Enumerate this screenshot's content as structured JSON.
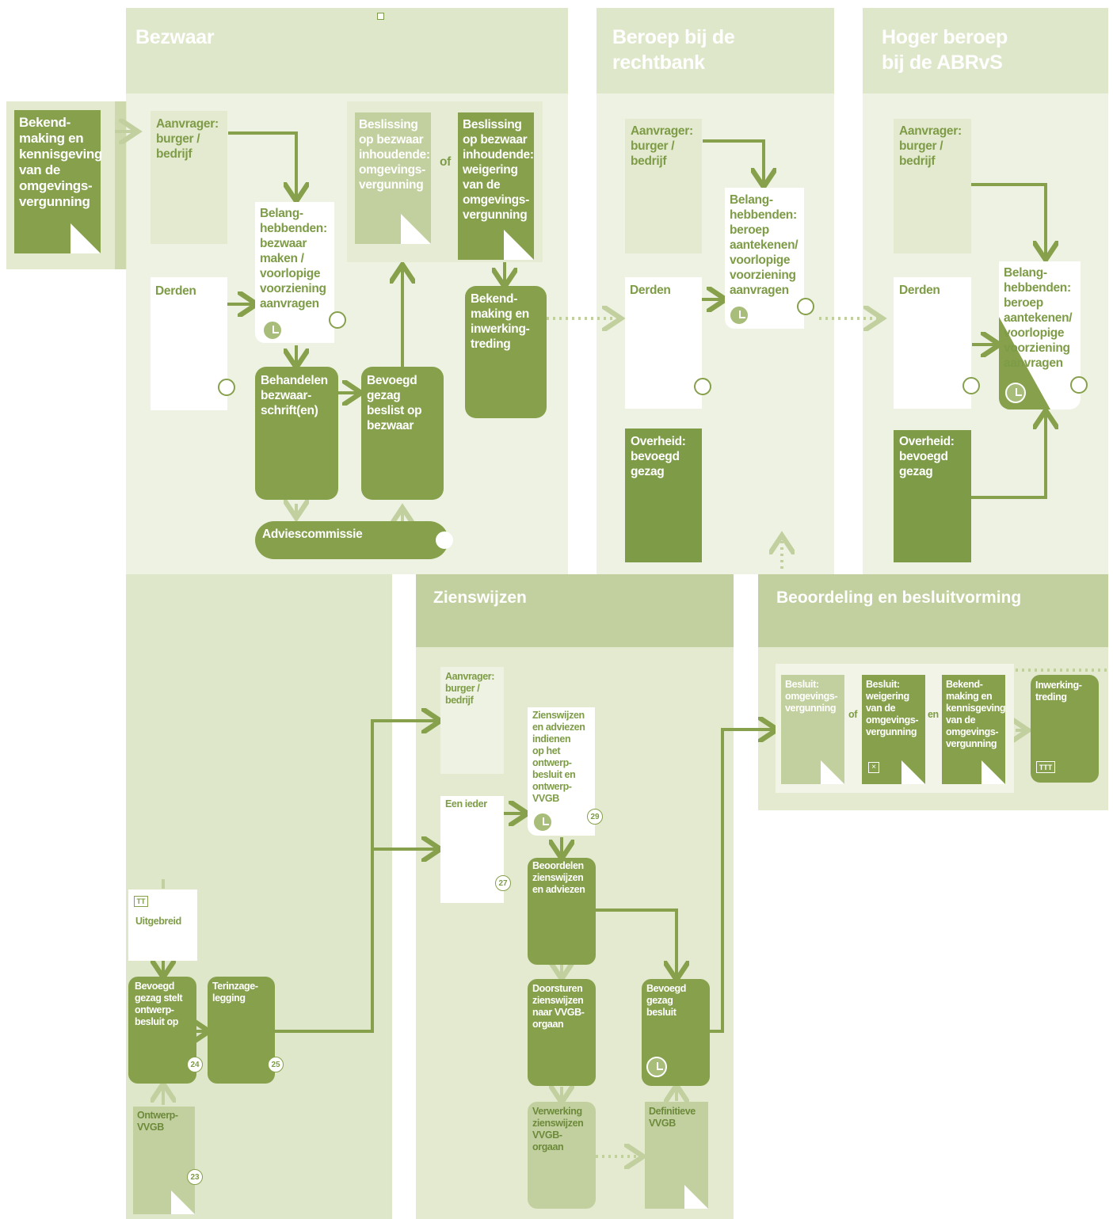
{
  "sections": {
    "bezwaar": "Bezwaar",
    "beroep": "Beroep bij de\nrechtbank",
    "hoger": "Hoger beroep\nbij de ABRvS",
    "zienswijzen": "Zienswijzen",
    "beoordeling": "Beoordeling en besluitvorming"
  },
  "bezwaar": {
    "start_doc": "Bekend-\nmaking en\nkennisgeving\nvan de\nomgevings-\nvergunning",
    "aanvrager": "Aanvrager:\nburger /\nbedrijf",
    "derden": "Derden",
    "belang": "Belang-\nhebbenden:\nbezwaar\nmaken /\nvoorlopige\nvoorziening\naanvragen",
    "behandelen": "Behandelen\nbezwaar-\nschrift(en)",
    "bevoegd": "Bevoegd\ngezag\nbeslist op\nbezwaar",
    "advies": "Adviescommissie",
    "beslissing1": "Beslissing\nop bezwaar\ninhoudende:\nomgevings-\nvergunning",
    "of": "of",
    "beslissing2": "Beslissing\nop bezwaar\ninhoudende:\nweigering\nvan de\nomgevings-\nvergunning",
    "bekend": "Bekend-\nmaking en\ninwerking-\ntreding"
  },
  "beroep": {
    "aanvrager": "Aanvrager:\nburger /\nbedrijf",
    "derden": "Derden",
    "overheid": "Overheid:\nbevoegd\ngezag",
    "belang": "Belang-\nhebbenden:\nberoep\naantekenen/\nvoorlopige\nvoorziening\naanvragen"
  },
  "hoger": {
    "aanvrager": "Aanvrager:\nburger /\nbedrijf",
    "derden": "Derden",
    "overheid": "Overheid:\nbevoegd\ngezag",
    "belang": "Belang-\nhebbenden:\nberoep\naantekenen/\nvoorlopige\nvoorziening\naanvragen"
  },
  "left": {
    "uitgebreid": "Uitgebreid",
    "tt": "TT",
    "bevoegd": "Bevoegd\ngezag stelt\nontwerp-\nbesluit op",
    "terinzage": "Terinzage-\nlegging",
    "ontwerp": "Ontwerp-\nVVGB",
    "n23": "23",
    "n24": "24",
    "n25": "25"
  },
  "zienswijzen": {
    "aanvrager": "Aanvrager:\nburger /\nbedrijf",
    "eenieder": "Een ieder",
    "indienen": "Zienswijzen\nen adviezen\nindienen\nop het\nontwerp-\nbesluit en\nontwerp-\nVVGB",
    "beoordelen": "Beoordelen\nzienswijzen\nen adviezen",
    "doorsturen": "Doorsturen\nzienswijzen\nnaar VVGB-\norgaan",
    "verwerking": "Verwerking\nzienswijzen\nVVGB-\norgaan",
    "bevoegd": "Bevoegd\ngezag\nbesluit",
    "definitieve": "Definitieve\nVVGB",
    "n27": "27",
    "n29": "29"
  },
  "beoordeling": {
    "besluit1": "Besluit:\nomgevings-\nvergunning",
    "of": "of",
    "besluit2": "Besluit:\nweigering\nvan de\nomgevings-\nvergunning",
    "en": "en",
    "bekend": "Bekend-\nmaking en\nkennisgeving\nvan de\nomgevings-\nvergunning",
    "inwerking": "Inwerking-\ntreding",
    "ttt": "TTT"
  }
}
